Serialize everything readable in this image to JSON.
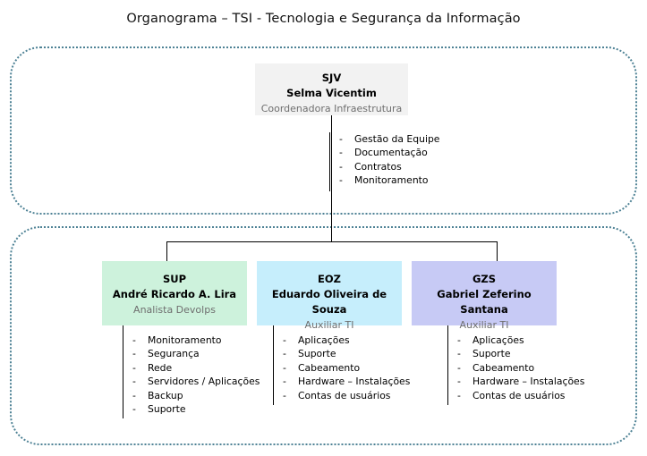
{
  "title": "Organograma – TSI - Tecnologia e Segurança da Informação",
  "colors": {
    "container_border": "#4e8295",
    "connector": "#000000",
    "node_sjv_fill": "#f2f2f2",
    "node_sup_fill": "#cdf2dc",
    "node_eoz_fill": "#c6eefc",
    "node_gzs_fill": "#c7caf5",
    "role_text": "#6f6f6f"
  },
  "bullet_marker": "-",
  "nodes": {
    "sjv": {
      "code": "SJV",
      "person": "Selma Vicentim",
      "role": "Coordenadora Infraestrutura",
      "duties": [
        "Gestão da Equipe",
        "Documentação",
        "Contratos",
        "Monitoramento"
      ]
    },
    "sup": {
      "code": "SUP",
      "person": "André Ricardo A. Lira",
      "role": "Analista Devolps",
      "duties": [
        "Monitoramento",
        "Segurança",
        "Rede",
        "Servidores / Aplicações",
        "Backup",
        "Suporte"
      ]
    },
    "eoz": {
      "code": "EOZ",
      "person": "Eduardo Oliveira de Souza",
      "role": "Auxiliar TI",
      "duties": [
        "Aplicações",
        "Suporte",
        "Cabeamento",
        "Hardware – Instalações",
        "Contas de usuários"
      ]
    },
    "gzs": {
      "code": "GZS",
      "person": "Gabriel Zeferino Santana",
      "role": "Auxiliar TI",
      "duties": [
        "Aplicações",
        "Suporte",
        "Cabeamento",
        "Hardware – Instalações",
        "Contas de usuários"
      ]
    }
  }
}
